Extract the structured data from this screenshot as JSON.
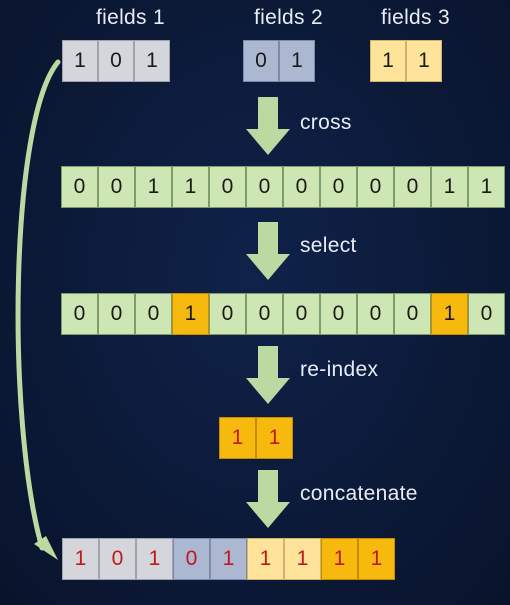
{
  "headers": {
    "fields1": "fields 1",
    "fields2": "fields 2",
    "fields3": "fields 3"
  },
  "top_rows": {
    "fields1": [
      "1",
      "0",
      "1"
    ],
    "fields2": [
      "0",
      "1"
    ],
    "fields3": [
      "1",
      "1"
    ]
  },
  "steps": {
    "cross": "cross",
    "select": "select",
    "reindex": "re-index",
    "concatenate": "concatenate"
  },
  "cross_row": [
    "0",
    "0",
    "1",
    "1",
    "0",
    "0",
    "0",
    "0",
    "0",
    "0",
    "1",
    "1"
  ],
  "select_row": [
    "0",
    "0",
    "0",
    "1",
    "0",
    "0",
    "0",
    "0",
    "0",
    "0",
    "1",
    "0"
  ],
  "select_highlight": [
    3,
    10
  ],
  "reindex_row": [
    "1",
    "1"
  ],
  "final_row": {
    "fields1": [
      "1",
      "0",
      "1"
    ],
    "fields2": [
      "0",
      "1"
    ],
    "fields3": [
      "1",
      "1"
    ],
    "reindexed": [
      "1",
      "1"
    ]
  },
  "colors": {
    "background": "#0c1a38",
    "gray_cell": "#d4d6db",
    "blue_cell": "#acb8d2",
    "cream_cell": "#fde49a",
    "green_cell": "#cde6b4",
    "orange_cell": "#f8b90f",
    "arrow": "#bcd9a2",
    "red_digit": "#c01818"
  }
}
